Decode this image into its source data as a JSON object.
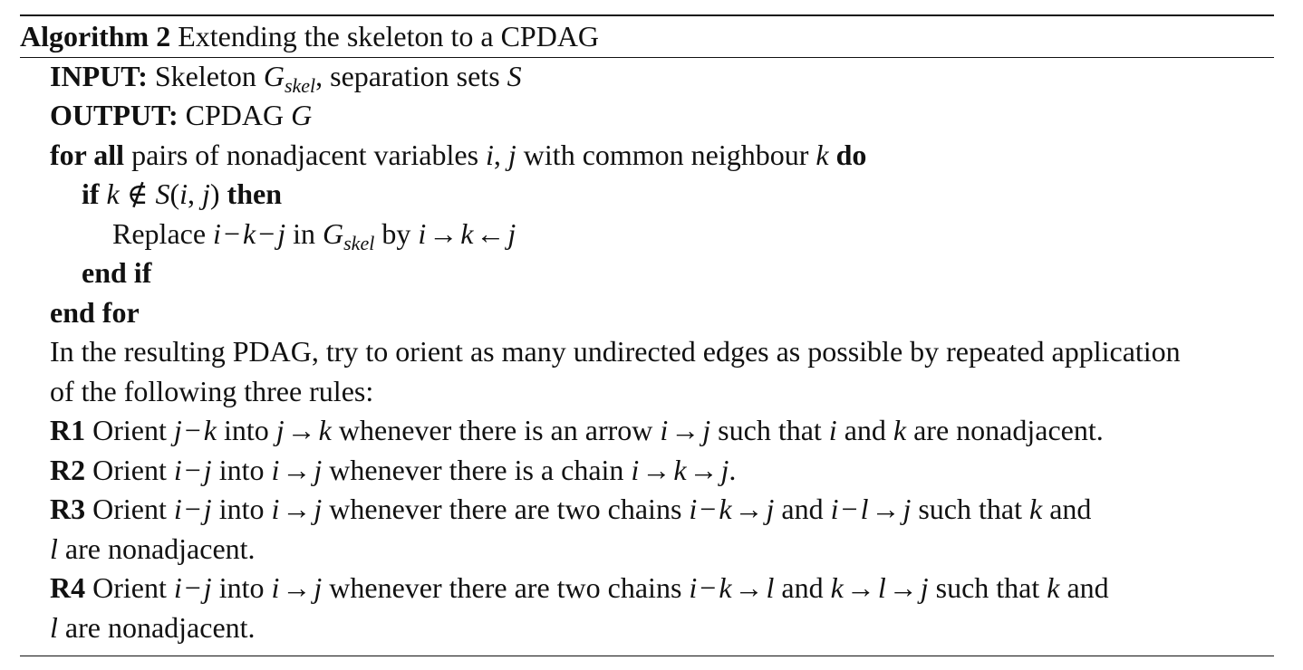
{
  "caption": {
    "label": "Algorithm 2",
    "title": "Extending the skeleton to a CPDAG"
  },
  "input": {
    "kw": "INPUT:",
    "t1": "Skeleton",
    "G": "G",
    "skel": "skel",
    "t2": ", separation sets",
    "S": "S"
  },
  "output": {
    "kw": "OUTPUT:",
    "t1": "CPDAG",
    "G": "G"
  },
  "forall": {
    "kw": "for all",
    "t1": "pairs of nonadjacent variables",
    "i": "i",
    "comma": ",",
    "j": "j",
    "t2": "with common neighbour",
    "k": "k",
    "kw2": "do"
  },
  "if": {
    "kw": "if",
    "k": "k",
    "notin": "∉",
    "S": "S",
    "lp": "(",
    "i": "i",
    "comma": ",",
    "j": "j",
    "rp": ")",
    "kw2": "then"
  },
  "replace": {
    "t1": "Replace",
    "i": "i",
    "dash1": "−",
    "k": "k",
    "dash2": "−",
    "j": "j",
    "t2": "in",
    "G": "G",
    "skel": "skel",
    "t3": "by",
    "i2": "i",
    "arr1": "→",
    "k2": "k",
    "arr2": "←",
    "j2": "j"
  },
  "endif": "end if",
  "endfor": "end for",
  "para1": "In the resulting PDAG, try to orient as many undirected edges as possible by repeated application",
  "para2": "of the following three rules:",
  "r1": {
    "label": "R1",
    "t1": "Orient",
    "a": "j",
    "d": "−",
    "b": "k",
    "t2": "into",
    "c": "j",
    "arr": "→",
    "e": "k",
    "t3": "whenever there is an arrow",
    "f": "i",
    "arr2": "→",
    "g": "j",
    "t4": "such that",
    "h": "i",
    "t5": "and",
    "kk": "k",
    "t6": "are nonadjacent."
  },
  "r2": {
    "label": "R2",
    "t1": "Orient",
    "a": "i",
    "d": "−",
    "b": "j",
    "t2": "into",
    "c": "i",
    "arr": "→",
    "e": "j",
    "t3": "whenever there is a chain",
    "f": "i",
    "arr2": "→",
    "g": "k",
    "arr3": "→",
    "h": "j",
    "dot": "."
  },
  "r3": {
    "label": "R3",
    "t1": "Orient",
    "a": "i",
    "d": "−",
    "b": "j",
    "t2": "into",
    "c": "i",
    "arr": "→",
    "e": "j",
    "t3": "whenever there are two chains",
    "f": "i",
    "d2": "−",
    "g": "k",
    "arr2": "→",
    "h": "j",
    "t4": "and",
    "p": "i",
    "d3": "−",
    "q": "l",
    "arr3": "→",
    "r": "j",
    "t5": "such that",
    "s": "k",
    "t6": "and",
    "l2": "l",
    "t7": "are nonadjacent."
  },
  "r4": {
    "label": "R4",
    "t1": "Orient",
    "a": "i",
    "d": "−",
    "b": "j",
    "t2": "into",
    "c": "i",
    "arr": "→",
    "e": "j",
    "t3": "whenever there are two chains",
    "f": "i",
    "d2": "−",
    "g": "k",
    "arr2": "→",
    "h": "l",
    "t4": "and",
    "p": "k",
    "arr3": "→",
    "q": "l",
    "arr4": "→",
    "r": "j",
    "t5": "such that",
    "s": "k",
    "t6": "and",
    "l2": "l",
    "t7": "are nonadjacent."
  }
}
